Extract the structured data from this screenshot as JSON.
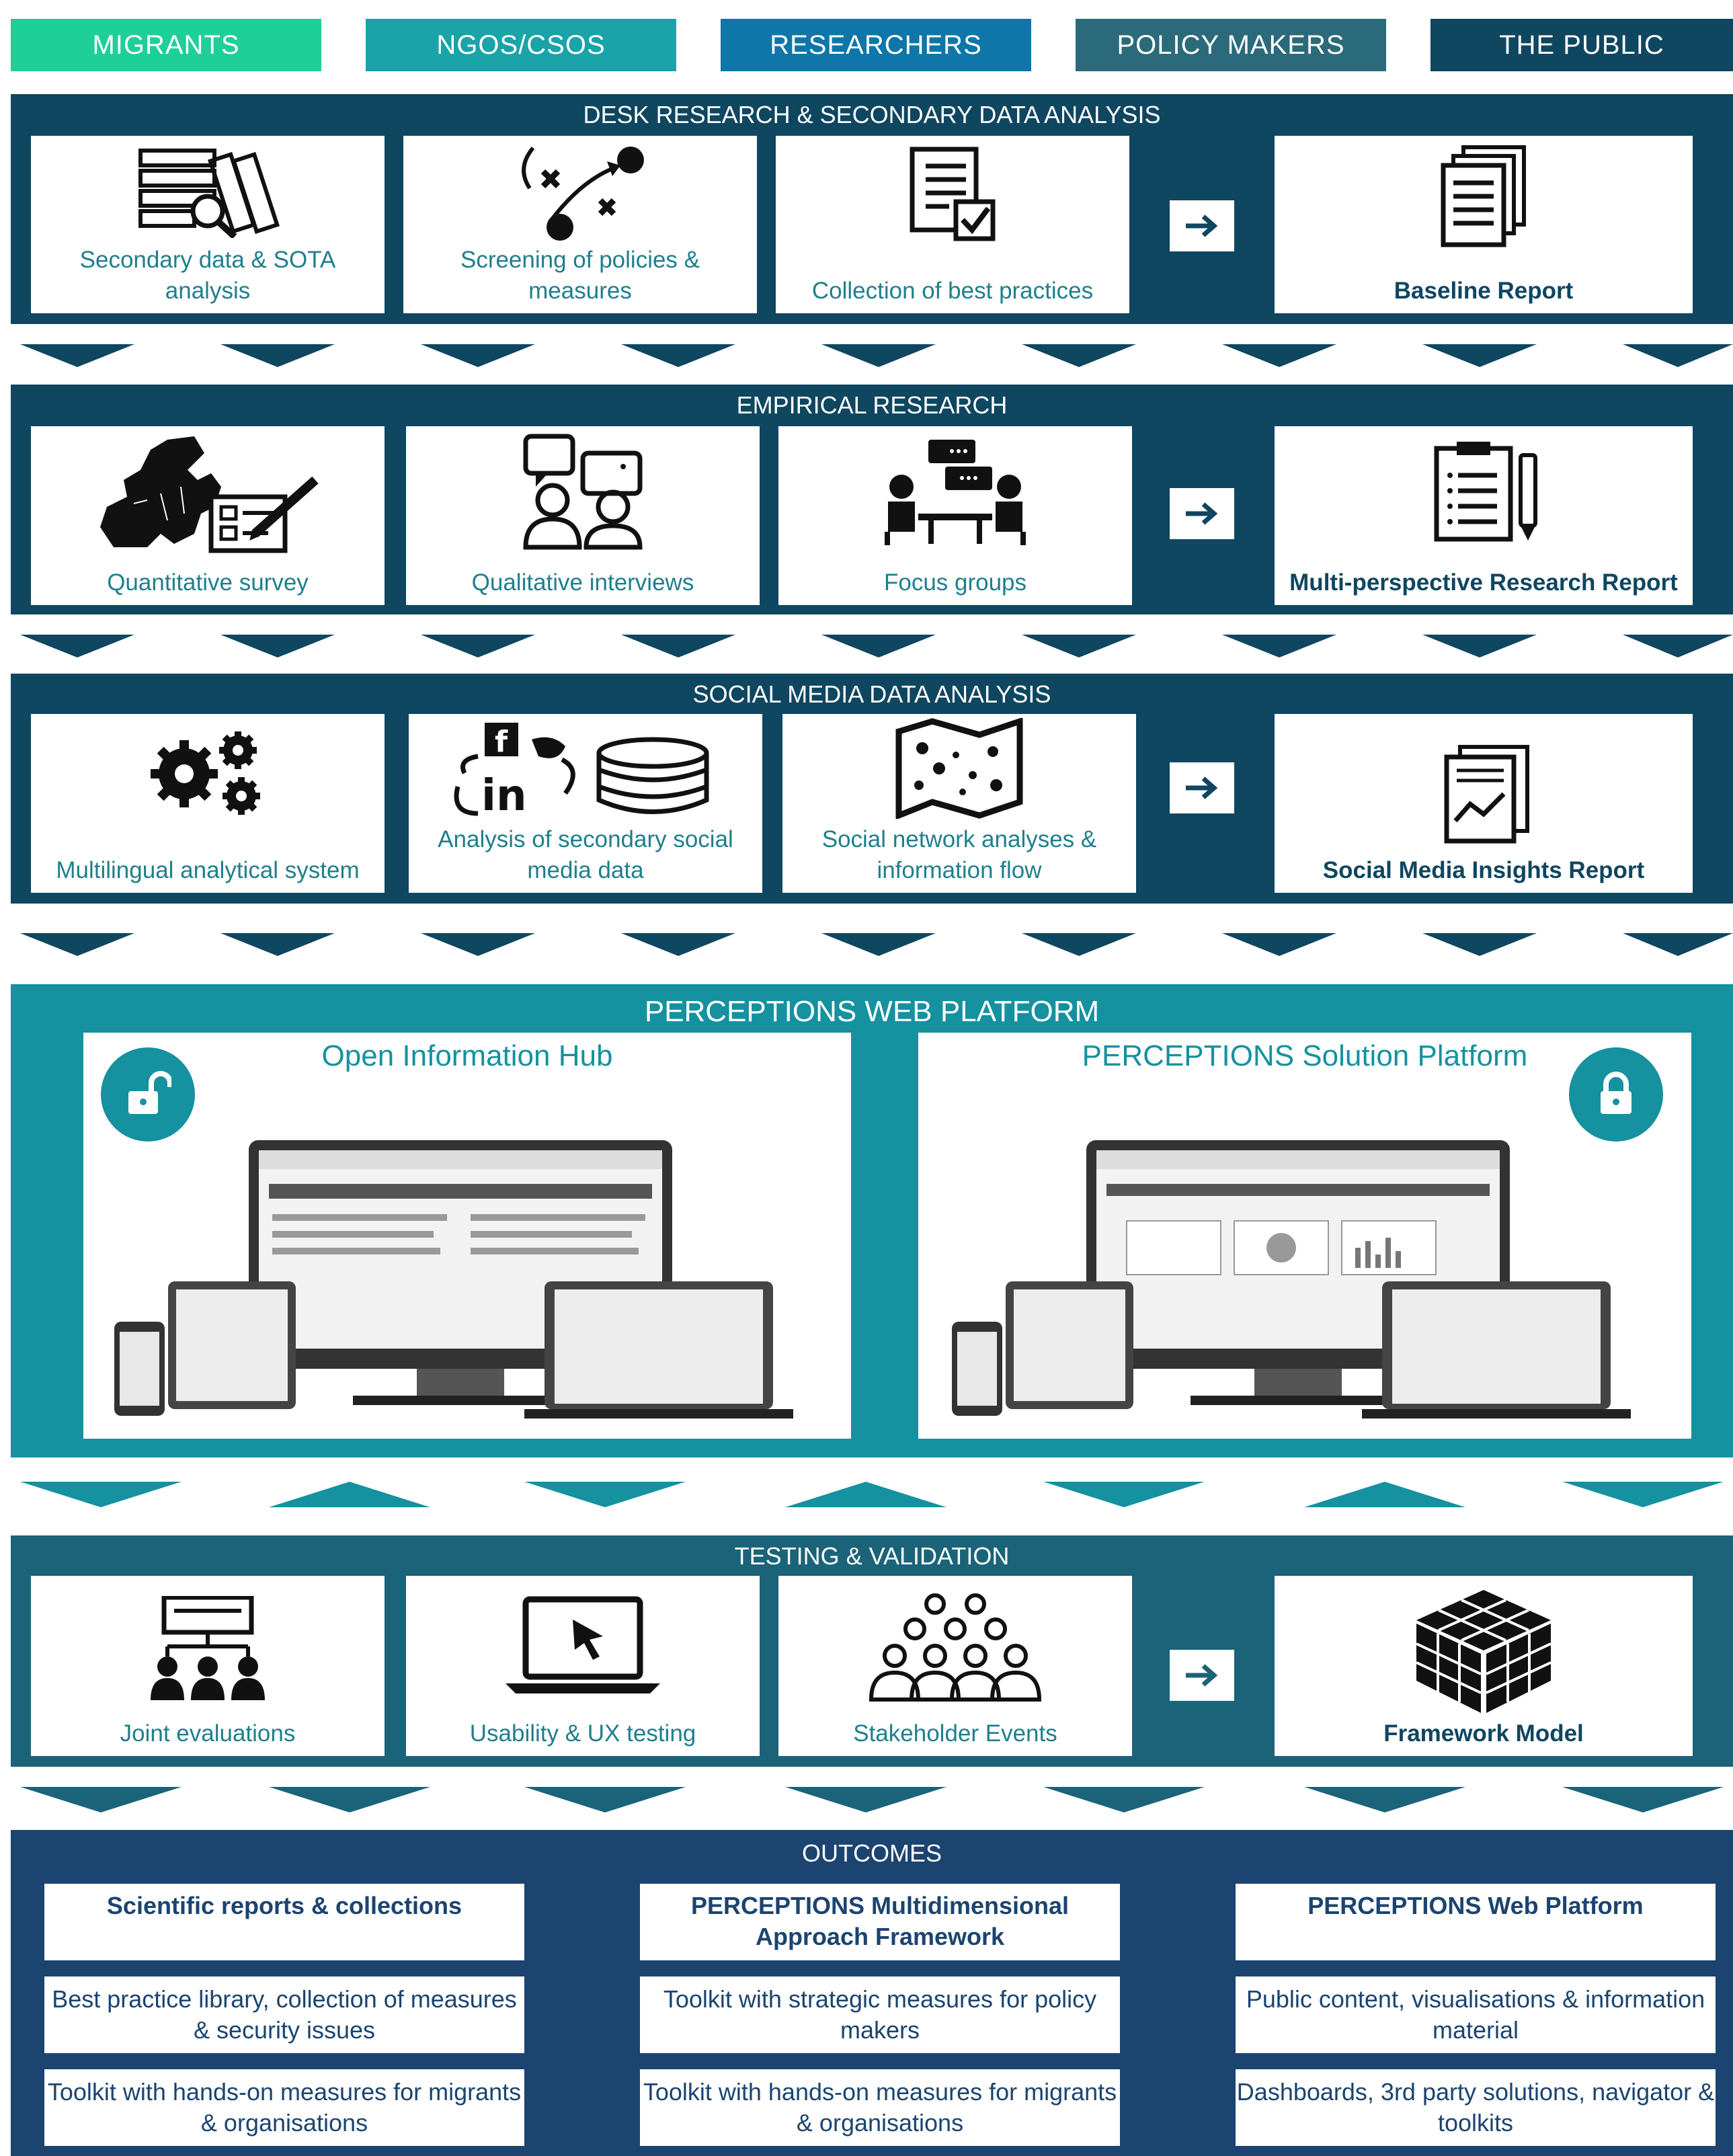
{
  "stakeholders": [
    {
      "label": "MIGRANTS",
      "color": "#1fcf98"
    },
    {
      "label": "NGOS/CSOS",
      "color": "#1aa3a8"
    },
    {
      "label": "RESEARCHERS",
      "color": "#0e76a8"
    },
    {
      "label": "POLICY MAKERS",
      "color": "#2b6a7a"
    },
    {
      "label": "THE PUBLIC",
      "color": "#0f4660"
    }
  ],
  "desk": {
    "title": "DESK RESEARCH & SECONDARY DATA ANALYSIS",
    "cards": [
      {
        "icon": "documents-magnifier-icon",
        "label": "Secondary data & SOTA analysis"
      },
      {
        "icon": "strategy-play-icon",
        "label": "Screening of policies & measures"
      },
      {
        "icon": "checklist-icon",
        "label": "Collection of best practices"
      }
    ],
    "report": {
      "icon": "report-stack-icon",
      "label": "Baseline Report"
    }
  },
  "empirical": {
    "title": "EMPIRICAL RESEARCH",
    "cards": [
      {
        "icon": "europe-map-survey-icon",
        "label": "Quantitative survey"
      },
      {
        "icon": "interview-icon",
        "label": "Qualitative interviews"
      },
      {
        "icon": "focus-group-icon",
        "label": "Focus groups"
      }
    ],
    "report": {
      "icon": "clipboard-pen-icon",
      "label": "Multi-perspective Research Report"
    }
  },
  "social": {
    "title": "SOCIAL MEDIA DATA ANALYSIS",
    "cards": [
      {
        "icon": "gears-icon",
        "label": "Multilingual analytical system"
      },
      {
        "icon": "social-database-icon",
        "label": "Analysis of secondary social media data"
      },
      {
        "icon": "network-map-icon",
        "label": "Social network analyses & information flow"
      }
    ],
    "report": {
      "icon": "chart-report-icon",
      "label": "Social Media Insights Report"
    }
  },
  "platform": {
    "title": "PERCEPTIONS WEB PLATFORM",
    "left": {
      "title": "Open Information Hub",
      "icon": "unlocked-padlock-icon"
    },
    "right": {
      "title": "PERCEPTIONS Solution Platform",
      "icon": "locked-padlock-icon"
    }
  },
  "testing": {
    "title": "TESTING & VALIDATION",
    "cards": [
      {
        "icon": "hierarchy-people-icon",
        "label": "Joint evaluations"
      },
      {
        "icon": "laptop-cursor-icon",
        "label": "Usability & UX testing"
      },
      {
        "icon": "audience-icon",
        "label": "Stakeholder Events"
      }
    ],
    "report": {
      "icon": "cube-icon",
      "label": "Framework Model"
    }
  },
  "outcomes": {
    "title": "OUTCOMES",
    "rows": [
      [
        "Scientific reports & collections",
        "PERCEPTIONS Multidimensional Approach Framework",
        "PERCEPTIONS Web Platform"
      ],
      [
        "Best practice library, collection of measures & security issues",
        "Toolkit with strategic measures for policy makers",
        "Public content, visualisations & information material"
      ],
      [
        "Toolkit with hands-on measures for migrants & organisations",
        "Toolkit with hands-on measures for migrants & organisations",
        "Dashboards, 3rd party solutions, navigator & toolkits"
      ]
    ]
  },
  "colors": {
    "dark": "#0f4660",
    "teal": "#1591a0",
    "testing": "#1b6378",
    "outcomes": "#1b4470",
    "label": "#1f7f8c"
  }
}
